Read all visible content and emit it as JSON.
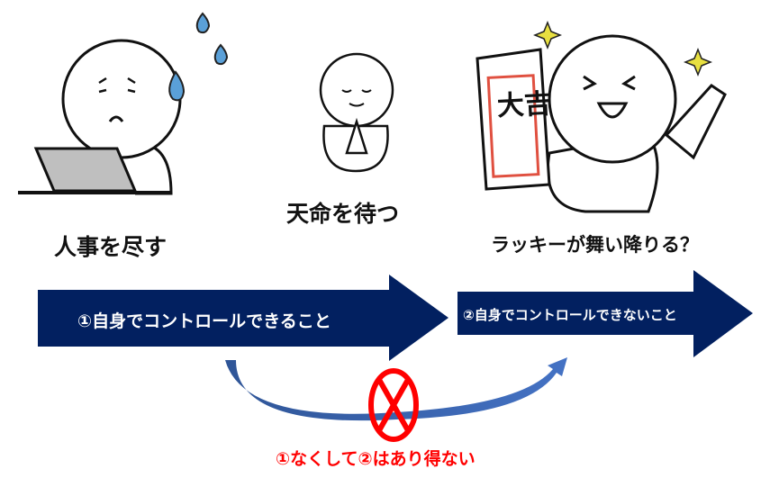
{
  "labels": {
    "effort": "人事を尽す",
    "wait": "天命を待つ",
    "luck": "ラッキーが舞い降りる？"
  },
  "arrows": {
    "controllable": "①自身でコントロールできること",
    "uncontrollable": "②自身でコントロールできないこと"
  },
  "omikuji_text": "大吉",
  "conclusion": "①なくして②はあり得ない",
  "colors": {
    "arrow_fill": "#022060",
    "curve": "#4472c4",
    "prohibit": "#ff0000",
    "omikuji_border": "#e05040",
    "sweat": "#5aa0d8",
    "sparkle": "#e8e040"
  }
}
